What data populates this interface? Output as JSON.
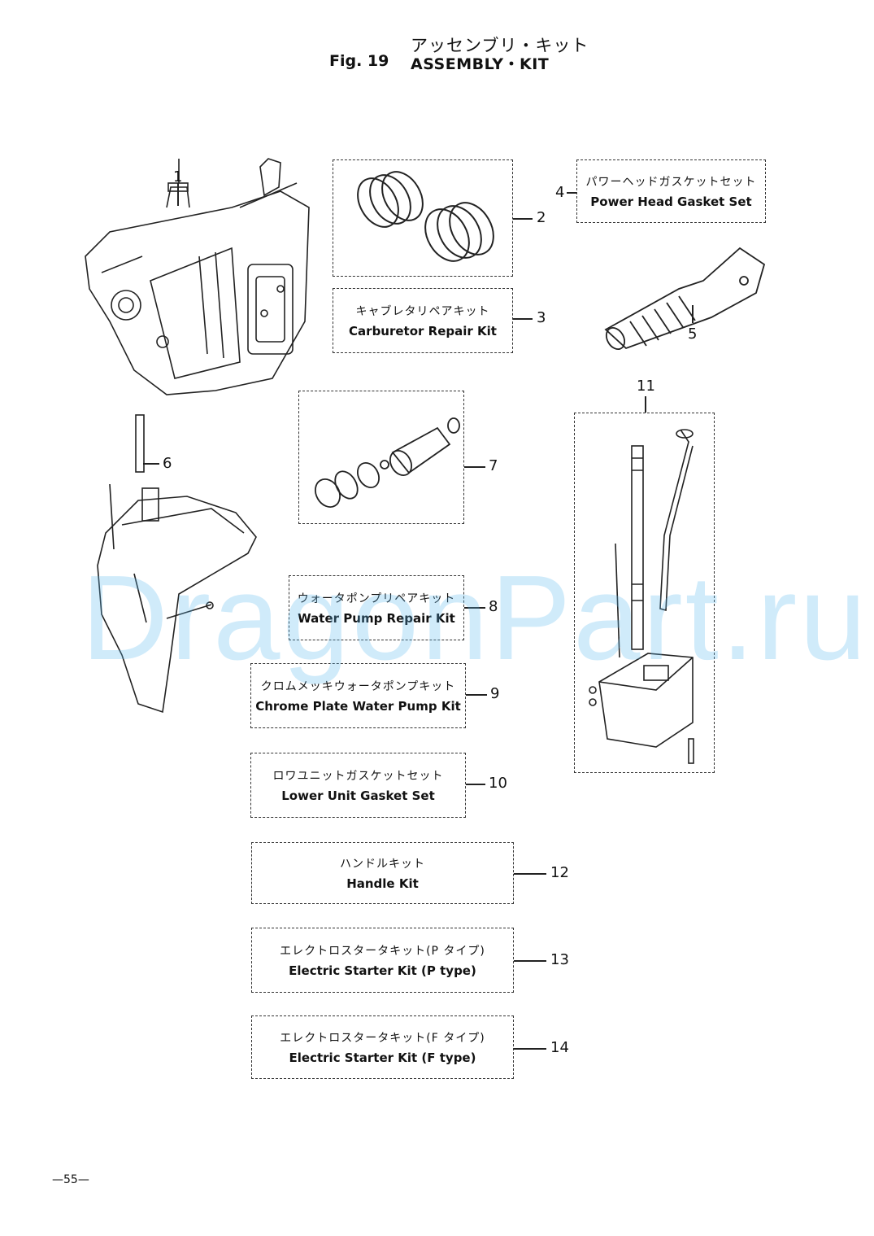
{
  "header": {
    "title_jp": "アッセンブリ・キット",
    "fig_label": "Fig. 19",
    "title_en": "ASSEMBLY・KIT"
  },
  "parts": {
    "p1": "1",
    "p5": "5",
    "p6": "6",
    "p11": "11"
  },
  "kits": [
    {
      "num": "2",
      "jp": "",
      "en": ""
    },
    {
      "num": "3",
      "jp": "キャブレタリペアキット",
      "en": "Carburetor Repair Kit"
    },
    {
      "num": "4",
      "jp": "パワーヘッドガスケットセット",
      "en": "Power Head Gasket Set"
    },
    {
      "num": "7",
      "jp": "",
      "en": ""
    },
    {
      "num": "8",
      "jp": "ウォータポンプリペアキット",
      "en": "Water Pump Repair Kit"
    },
    {
      "num": "9",
      "jp": "クロムメッキウォータポンプキット",
      "en": "Chrome Plate Water Pump Kit"
    },
    {
      "num": "10",
      "jp": "ロワユニットガスケットセット",
      "en": "Lower Unit Gasket Set"
    },
    {
      "num": "12",
      "jp": "ハンドルキット",
      "en": "Handle Kit"
    },
    {
      "num": "13",
      "jp": "エレクトロスタータキット(P タイプ)",
      "en": "Electric Starter Kit (P type)"
    },
    {
      "num": "14",
      "jp": "エレクトロスタータキット(F タイプ)",
      "en": "Electric Starter Kit (F type)"
    }
  ],
  "watermark": "DragonPart.ru",
  "page_number": "—55—",
  "colors": {
    "watermark": "#5bb8ee",
    "ink": "#111111"
  }
}
